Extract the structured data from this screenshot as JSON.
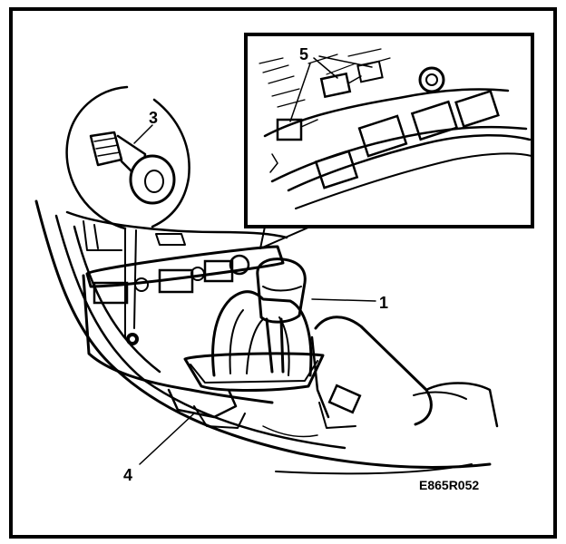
{
  "figure": {
    "callouts": [
      {
        "id": "callout-1",
        "text": "1"
      },
      {
        "id": "callout-3",
        "text": "3"
      },
      {
        "id": "callout-4",
        "text": "4"
      },
      {
        "id": "callout-5",
        "text": "5"
      }
    ],
    "figure_code": "E865R052",
    "icons": [
      "screw-icon",
      "gear-shift-knob-icon",
      "console-panel-icon"
    ],
    "colors": {
      "line": "#000000",
      "background": "#ffffff"
    }
  }
}
